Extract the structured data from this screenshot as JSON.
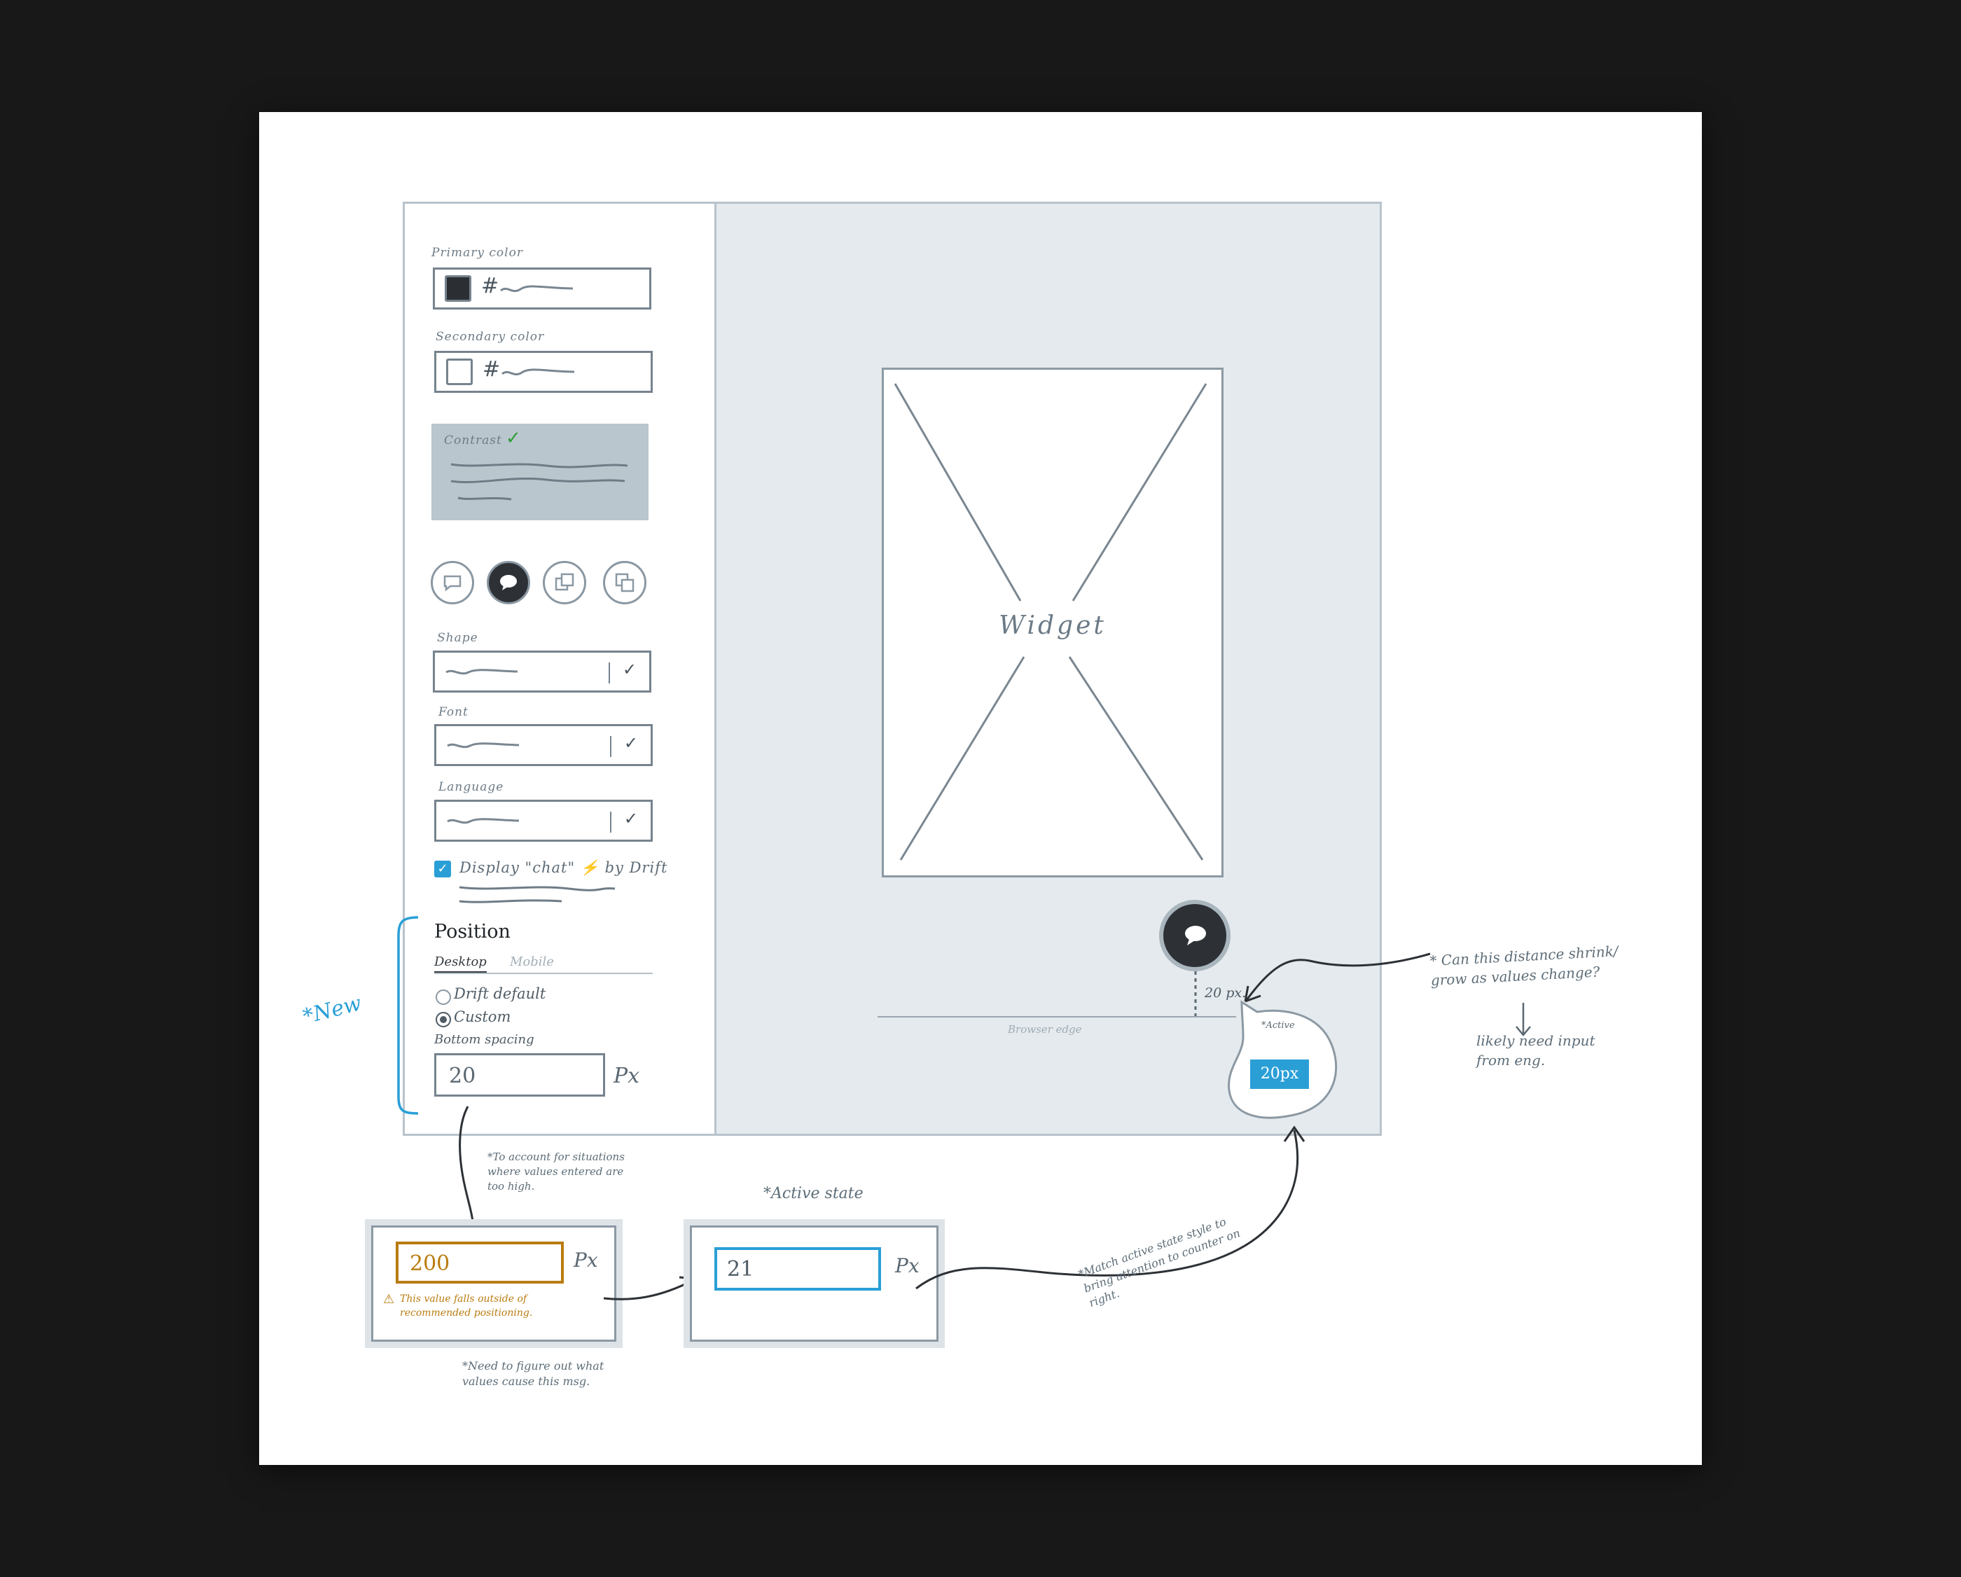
{
  "panel": {
    "primary_color_label": "Primary color",
    "primary_hash": "#",
    "secondary_color_label": "Secondary color",
    "secondary_hash": "#",
    "contrast_label": "Contrast",
    "contrast_check": "✓",
    "shape_label": "Shape",
    "font_label": "Font",
    "language_label": "Language",
    "display_checkbox_label": "Display \"chat\" ⚡ by Drift",
    "position_heading": "Position",
    "tab_desktop": "Desktop",
    "tab_mobile": "Mobile",
    "radio_default": "Drift default",
    "radio_custom": "Custom",
    "bottom_spacing_label": "Bottom spacing",
    "bottom_spacing_value": "20",
    "unit": "Px"
  },
  "preview": {
    "widget_label": "Widget",
    "distance_label": "20 px.",
    "browser_edge_label": "Browser edge",
    "active_label": "*Active",
    "active_value": "20px"
  },
  "annotations": {
    "new_label": "*New",
    "right_question": "* Can this distance shrink/ grow as values change?",
    "right_answer": "likely need input from eng.",
    "account_note": "*To account for situations where values entered are too high.",
    "active_state_title": "*Active state",
    "match_note": "*Match active state style to bring attention to counter on right.",
    "figure_note": "*Need to figure out what values cause this msg."
  },
  "error_state": {
    "value": "200",
    "unit": "Px",
    "warning_icon": "⚠",
    "message": "This value falls outside of recommended positioning."
  },
  "active_state": {
    "value": "21",
    "unit": "Px"
  },
  "colors": {
    "accent_blue": "#2a9fd6",
    "warning_orange": "#b97c10",
    "panel_bg": "#e4eaed",
    "contrast_box": "#bac6cd"
  }
}
